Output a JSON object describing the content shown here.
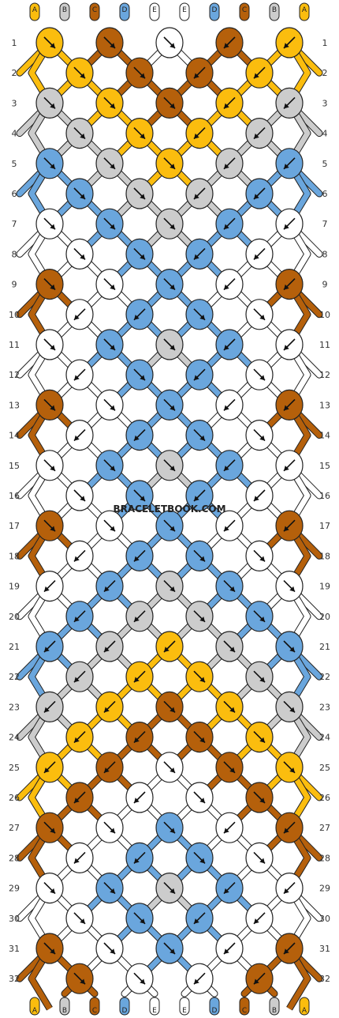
{
  "watermark": "BRACELETBOOK.COM",
  "colors": {
    "A": "#fbbd0e",
    "B": "#cccccc",
    "C": "#b5600b",
    "D": "#6aa6dd",
    "E": "#ffffff"
  },
  "top_strands": [
    "A",
    "B",
    "C",
    "D",
    "E",
    "E",
    "D",
    "C",
    "B",
    "A"
  ],
  "bottom_strands": [
    "A",
    "B",
    "C",
    "D",
    "E",
    "E",
    "D",
    "C",
    "B",
    "A"
  ],
  "row_numbers": [
    "1",
    "2",
    "3",
    "4",
    "5",
    "6",
    "7",
    "8",
    "9",
    "10",
    "11",
    "12",
    "13",
    "14",
    "15",
    "16",
    "17",
    "18",
    "19",
    "20",
    "21",
    "22",
    "23",
    "24",
    "25",
    "26",
    "27",
    "28",
    "29",
    "30",
    "31",
    "32"
  ],
  "rows": [
    [
      [
        "A",
        "ne"
      ],
      [
        "C",
        "ne"
      ],
      [
        "E",
        "ne"
      ],
      [
        "C",
        "sw"
      ],
      [
        "A",
        "sw"
      ]
    ],
    [
      [
        "A",
        "ne"
      ],
      [
        "C",
        "ne"
      ],
      [
        "C",
        "sw"
      ],
      [
        "A",
        "sw"
      ]
    ],
    [
      [
        "B",
        "ne"
      ],
      [
        "A",
        "ne"
      ],
      [
        "C",
        "ne"
      ],
      [
        "A",
        "sw"
      ],
      [
        "B",
        "sw"
      ]
    ],
    [
      [
        "B",
        "ne"
      ],
      [
        "A",
        "ne"
      ],
      [
        "A",
        "sw"
      ],
      [
        "B",
        "sw"
      ]
    ],
    [
      [
        "D",
        "ne"
      ],
      [
        "B",
        "ne"
      ],
      [
        "A",
        "ne"
      ],
      [
        "B",
        "sw"
      ],
      [
        "D",
        "sw"
      ]
    ],
    [
      [
        "D",
        "ne"
      ],
      [
        "B",
        "ne"
      ],
      [
        "B",
        "sw"
      ],
      [
        "D",
        "sw"
      ]
    ],
    [
      [
        "E",
        "ne"
      ],
      [
        "D",
        "ne"
      ],
      [
        "B",
        "ne"
      ],
      [
        "D",
        "sw"
      ],
      [
        "E",
        "sw"
      ]
    ],
    [
      [
        "E",
        "ne"
      ],
      [
        "D",
        "ne"
      ],
      [
        "D",
        "sw"
      ],
      [
        "E",
        "sw"
      ]
    ],
    [
      [
        "C",
        "ner"
      ],
      [
        "E",
        "ner"
      ],
      [
        "D",
        "ne"
      ],
      [
        "E",
        "swl"
      ],
      [
        "C",
        "swl"
      ]
    ],
    [
      [
        "E",
        "sw"
      ],
      [
        "D",
        "sw"
      ],
      [
        "D",
        "se"
      ],
      [
        "E",
        "se"
      ]
    ],
    [
      [
        "E",
        "ner"
      ],
      [
        "D",
        "se"
      ],
      [
        "B",
        "ne"
      ],
      [
        "D",
        "sw"
      ],
      [
        "E",
        "swl"
      ]
    ],
    [
      [
        "E",
        "sw"
      ],
      [
        "D",
        "ne"
      ],
      [
        "D",
        "sw"
      ],
      [
        "E",
        "se"
      ]
    ],
    [
      [
        "C",
        "ner"
      ],
      [
        "E",
        "ner"
      ],
      [
        "D",
        "ne"
      ],
      [
        "E",
        "swl"
      ],
      [
        "C",
        "swl"
      ]
    ],
    [
      [
        "E",
        "sw"
      ],
      [
        "D",
        "sw"
      ],
      [
        "D",
        "se"
      ],
      [
        "E",
        "se"
      ]
    ],
    [
      [
        "E",
        "ner"
      ],
      [
        "D",
        "se"
      ],
      [
        "B",
        "ne"
      ],
      [
        "D",
        "sw"
      ],
      [
        "E",
        "swl"
      ]
    ],
    [
      [
        "E",
        "ne"
      ],
      [
        "D",
        "ne"
      ],
      [
        "D",
        "sw"
      ],
      [
        "E",
        "sw"
      ]
    ],
    [
      [
        "C",
        "ner"
      ],
      [
        "E",
        "ner"
      ],
      [
        "D",
        "ne"
      ],
      [
        "E",
        "swl"
      ],
      [
        "C",
        "swl"
      ]
    ],
    [
      [
        "E",
        "sw"
      ],
      [
        "D",
        "sw"
      ],
      [
        "D",
        "se"
      ],
      [
        "E",
        "se"
      ]
    ],
    [
      [
        "E",
        "sw"
      ],
      [
        "D",
        "sw"
      ],
      [
        "B",
        "ne"
      ],
      [
        "D",
        "se"
      ],
      [
        "E",
        "se"
      ]
    ],
    [
      [
        "D",
        "sw"
      ],
      [
        "B",
        "sw"
      ],
      [
        "B",
        "se"
      ],
      [
        "D",
        "se"
      ]
    ],
    [
      [
        "D",
        "sw"
      ],
      [
        "B",
        "sw"
      ],
      [
        "A",
        "sw"
      ],
      [
        "B",
        "se"
      ],
      [
        "D",
        "se"
      ]
    ],
    [
      [
        "B",
        "sw"
      ],
      [
        "A",
        "sw"
      ],
      [
        "A",
        "se"
      ],
      [
        "B",
        "se"
      ]
    ],
    [
      [
        "B",
        "sw"
      ],
      [
        "A",
        "sw"
      ],
      [
        "C",
        "ne"
      ],
      [
        "A",
        "se"
      ],
      [
        "B",
        "se"
      ]
    ],
    [
      [
        "A",
        "sw"
      ],
      [
        "C",
        "sw"
      ],
      [
        "C",
        "se"
      ],
      [
        "A",
        "se"
      ]
    ],
    [
      [
        "A",
        "sw"
      ],
      [
        "C",
        "sw"
      ],
      [
        "E",
        "ne"
      ],
      [
        "C",
        "se"
      ],
      [
        "A",
        "se"
      ]
    ],
    [
      [
        "C",
        "sw"
      ],
      [
        "E",
        "sw"
      ],
      [
        "E",
        "se"
      ],
      [
        "C",
        "se"
      ]
    ],
    [
      [
        "C",
        "ner"
      ],
      [
        "E",
        "ner"
      ],
      [
        "D",
        "ne"
      ],
      [
        "E",
        "swl"
      ],
      [
        "C",
        "swl"
      ]
    ],
    [
      [
        "E",
        "sw"
      ],
      [
        "D",
        "sw"
      ],
      [
        "D",
        "se"
      ],
      [
        "E",
        "se"
      ]
    ],
    [
      [
        "E",
        "ner"
      ],
      [
        "D",
        "se"
      ],
      [
        "B",
        "ne"
      ],
      [
        "D",
        "sw"
      ],
      [
        "E",
        "swl"
      ]
    ],
    [
      [
        "E",
        "ne"
      ],
      [
        "D",
        "ne"
      ],
      [
        "D",
        "sw"
      ],
      [
        "E",
        "sw"
      ]
    ],
    [
      [
        "C",
        "ne"
      ],
      [
        "E",
        "ne"
      ],
      [
        "D",
        "ne"
      ],
      [
        "E",
        "sw"
      ],
      [
        "C",
        "sw"
      ]
    ],
    [
      [
        "C",
        "ne"
      ],
      [
        "E",
        "ne"
      ],
      [
        "E",
        "sw"
      ],
      [
        "C",
        "sw"
      ]
    ]
  ]
}
